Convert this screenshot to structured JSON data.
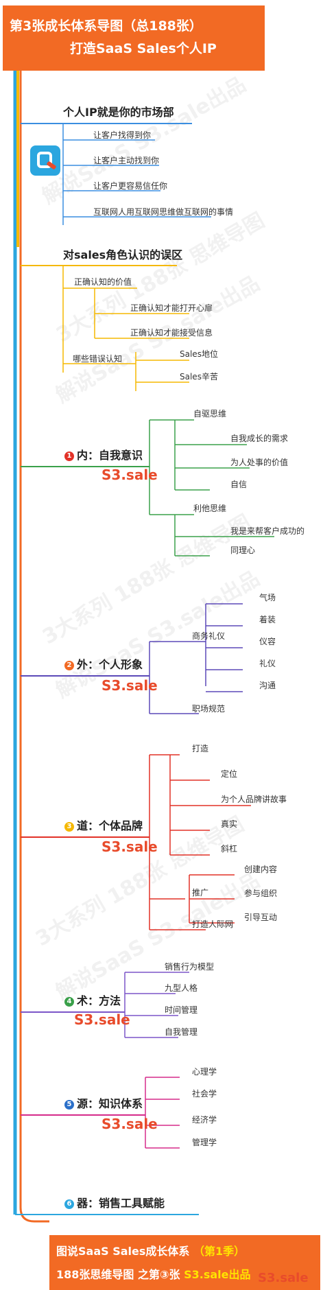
{
  "title": {
    "line1": "第3张成长体系导图（总188张）",
    "line2": "打造SaaS Sales个人IP"
  },
  "watermarks": [
    "解说SaaS S3.sale出品",
    "3大系列 188张 思维导图",
    "解说SaaS S3.sale出品",
    "3大系列 188张 思维导图",
    "解说SaaS S3.sale出品",
    "3大系列 188张 思维导图",
    "解说SaaS S3.sale出品"
  ],
  "logo_text": "S3.sale",
  "section_ip": {
    "title": "个人IP就是你的市场部",
    "items": [
      "让客户找得到你",
      "让客户主动找到你",
      "让客户更容易信任你",
      "互联网人用互联网思维做互联网的事情"
    ]
  },
  "section_misc": {
    "title": "对sales角色认识的误区",
    "b1": "正确认知的价值",
    "b1_items": [
      "正确认知才能打开心扉",
      "正确认知才能接受信息"
    ],
    "b2": "哪些错误认知",
    "b2_items": [
      "Sales地位",
      "Sales辛苦"
    ]
  },
  "section1": {
    "num": "1",
    "title": "内：自我意识",
    "b1": "自驱思维",
    "b1_items": [
      "自我成长的需求",
      "为人处事的价值",
      "自信"
    ],
    "b2": "利他思维",
    "b2_items": [
      "我是来帮客户成功的",
      "同理心"
    ]
  },
  "section2": {
    "num": "2",
    "title": "外：个人形象",
    "b1": "商务礼仪",
    "b1_items": [
      "气场",
      "着装",
      "仪容",
      "礼仪",
      "沟通"
    ],
    "b2": "职场规范"
  },
  "section3": {
    "num": "3",
    "title": "道：个体品牌",
    "b1": "打造",
    "b1_items": [
      "定位",
      "为个人品牌讲故事",
      "真实",
      "斜杠"
    ],
    "b2": "推广",
    "b2_items": [
      "创建内容",
      "参与组织",
      "引导互动"
    ],
    "b3": "打造人际网"
  },
  "section4": {
    "num": "4",
    "title": "术：方法",
    "items": [
      "销售行为模型",
      "九型人格",
      "时间管理",
      "自我管理"
    ]
  },
  "section5": {
    "num": "5",
    "title": "源：知识体系",
    "items": [
      "心理学",
      "社会学",
      "经济学",
      "管理学"
    ]
  },
  "section6": {
    "num": "6",
    "title": "器：销售工具赋能"
  },
  "footer": {
    "line1": "图说SaaS  Sales成长体系",
    "line1_badge": "（第1季）",
    "line2": "188张思维导图  之第③张",
    "line2_badge": "S3.sale出品"
  },
  "colors": {
    "orange": "#f26a24",
    "yellow": "#f5b800",
    "green": "#3aa04a",
    "purple": "#5b49b8",
    "red": "#e23127",
    "violet": "#7b55c8",
    "magenta": "#d52a8a",
    "blue": "#2ba6df",
    "ipblue": "#3a8ee0"
  }
}
